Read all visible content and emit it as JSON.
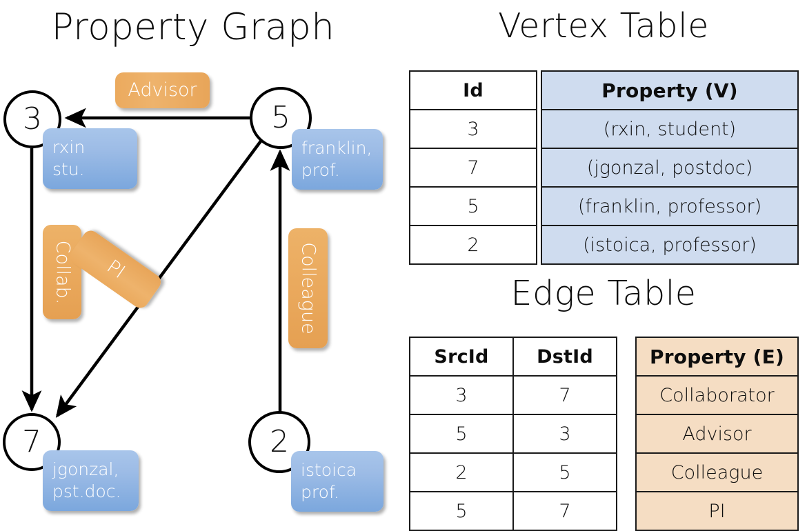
{
  "titles": {
    "property_graph": "Property Graph",
    "vertex_table": "Vertex Table",
    "edge_table": "Edge Table"
  },
  "graph": {
    "nodes": [
      {
        "id": "3",
        "prop_line1": "rxin",
        "prop_line2": "stu."
      },
      {
        "id": "5",
        "prop_line1": "franklin,",
        "prop_line2": "prof."
      },
      {
        "id": "7",
        "prop_line1": "jgonzal,",
        "prop_line2": "pst.doc."
      },
      {
        "id": "2",
        "prop_line1": "istoica",
        "prop_line2": "prof."
      }
    ],
    "edge_labels": [
      {
        "label": "Advisor"
      },
      {
        "label": "Collab."
      },
      {
        "label": "PI"
      },
      {
        "label": "Colleague"
      }
    ]
  },
  "vertex_table": {
    "headers": [
      "Id",
      "Property (V)"
    ],
    "rows": [
      {
        "id": "3",
        "property": "(rxin, student)"
      },
      {
        "id": "7",
        "property": "(jgonzal, postdoc)"
      },
      {
        "id": "5",
        "property": "(franklin, professor)"
      },
      {
        "id": "2",
        "property": "(istoica, professor)"
      }
    ]
  },
  "edge_table": {
    "headers": [
      "SrcId",
      "DstId",
      "Property (E)"
    ],
    "rows": [
      {
        "src": "3",
        "dst": "7",
        "property": "Collaborator"
      },
      {
        "src": "5",
        "dst": "3",
        "property": "Advisor"
      },
      {
        "src": "2",
        "dst": "5",
        "property": "Colleague"
      },
      {
        "src": "5",
        "dst": "7",
        "property": "PI"
      }
    ]
  },
  "colors": {
    "vertex_property_fill": "#cfdcef",
    "edge_property_fill": "#f5ddc3",
    "vertex_bubble": "#8fb4e3",
    "edge_bubble": "#eaa95d",
    "stroke": "#000000"
  }
}
